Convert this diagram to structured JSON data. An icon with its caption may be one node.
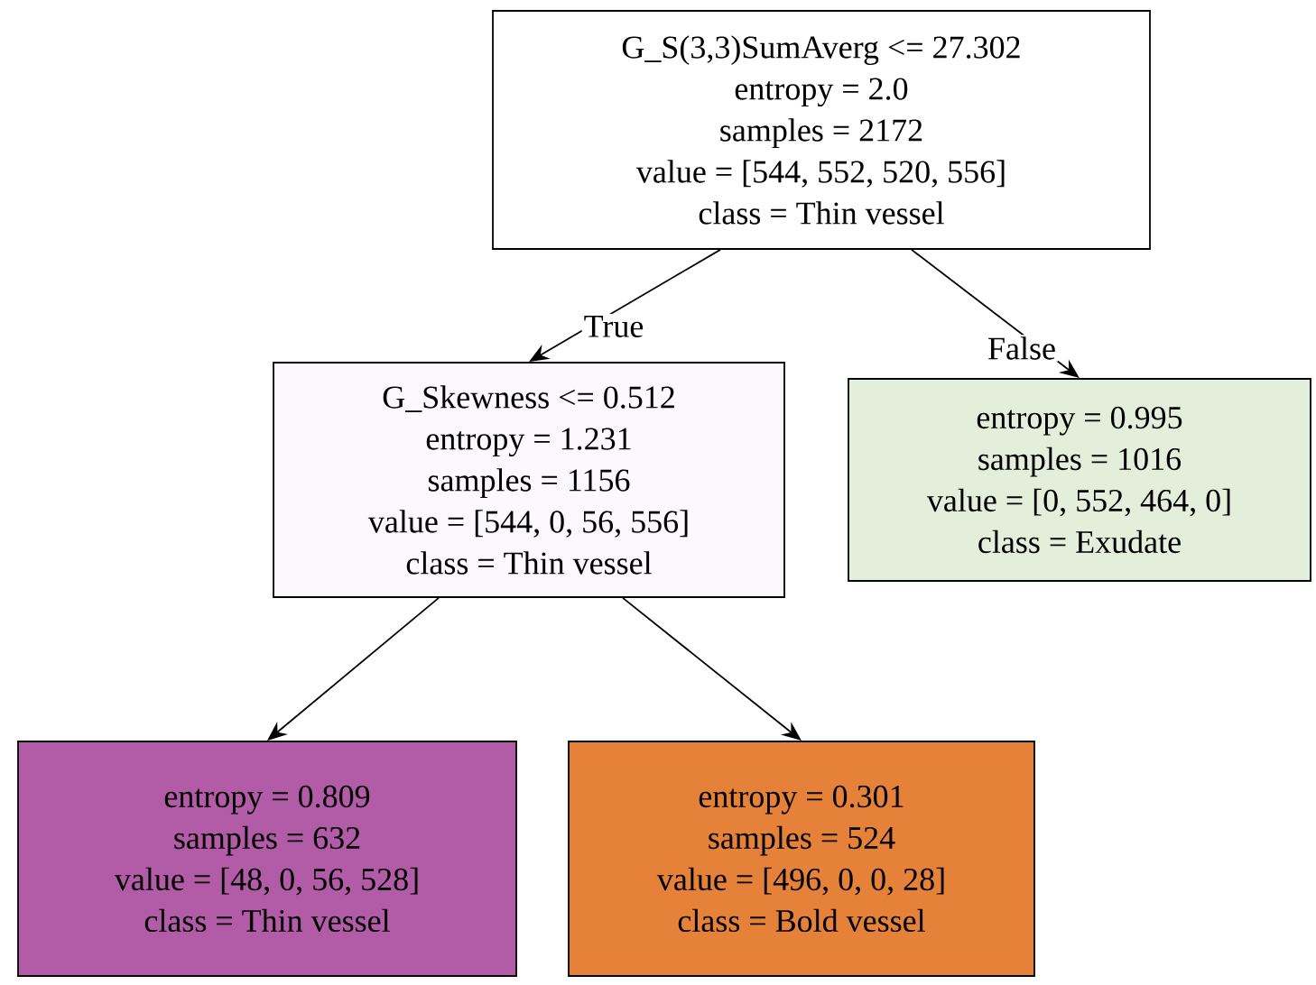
{
  "diagram": {
    "nodes": [
      {
        "text": [
          "G_S(3,3)SumAverg <= 27.302",
          "entropy = 2.0",
          "samples = 2172",
          "value = [544, 552, 520, 556]",
          "class = Thin vessel"
        ]
      },
      {
        "text": [
          "G_Skewness <= 0.512",
          "entropy = 1.231",
          "samples = 1156",
          "value = [544, 0, 56, 556]",
          "class = Thin vessel"
        ]
      },
      {
        "text": [
          "entropy = 0.995",
          "samples = 1016",
          "value = [0, 552, 464, 0]",
          "class = Exudate"
        ]
      },
      {
        "text": [
          "entropy = 0.809",
          "samples = 632",
          "value = [48, 0, 56, 528]",
          "class = Thin vessel"
        ]
      },
      {
        "text": [
          "entropy = 0.301",
          "samples = 524",
          "value = [496, 0, 0, 28]",
          "class = Bold vessel"
        ]
      }
    ],
    "edges": [
      {
        "from": 0,
        "to": 1,
        "arrow": "to",
        "label": "True"
      },
      {
        "from": 0,
        "to": 2,
        "arrow": "to",
        "label": "False"
      },
      {
        "from": 1,
        "to": 3,
        "arrow": "to"
      },
      {
        "from": 1,
        "to": 4,
        "arrow": "to"
      }
    ]
  }
}
